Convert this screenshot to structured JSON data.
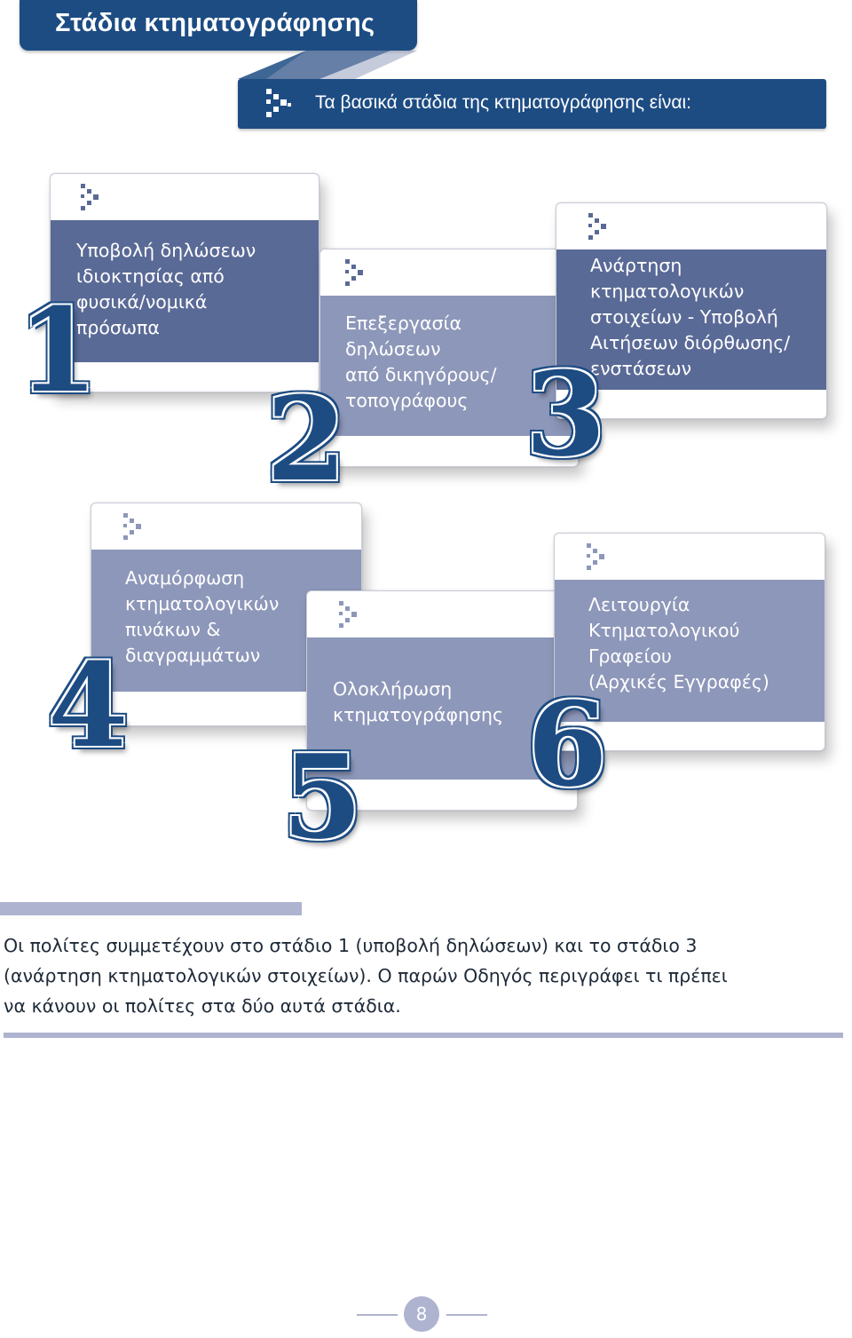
{
  "header": {
    "title": "Στάδια κτηματογράφησης",
    "subtitle": "Τα βασικά στάδια της κτηματογράφησης είναι:"
  },
  "stages": [
    {
      "number": "1",
      "text": "Υποβολή δηλώσεων\nιδιοκτησίας από\nφυσικά/νομικά\nπρόσωπα"
    },
    {
      "number": "2",
      "text": "Επεξεργασία\nδηλώσεων\nαπό δικηγόρους/\nτοπογράφους"
    },
    {
      "number": "3",
      "text": "Ανάρτηση\nκτηματολογικών\nστοιχείων - Υποβολή\nΑιτήσεων διόρθωσης/\nενστάσεων"
    },
    {
      "number": "4",
      "text": "Αναμόρφωση\nκτηματολογικών\nπινάκων &\nδιαγραμμάτων"
    },
    {
      "number": "5",
      "text": "Ολοκλήρωση\nκτηματογράφησης"
    },
    {
      "number": "6",
      "text": "Λειτουργία\nΚτηματολογικού\nΓραφείου\n(Αρχικές Εγγραφές)"
    }
  ],
  "body_text": "Οι πολίτες συμμετέχουν στο στάδιο 1 (υποβολή δηλώσεων) και το στάδιο 3\n(ανάρτηση κτηματολογικών στοιχείων). Ο παρών Οδηγός περιγράφει τι πρέπει\nνα κάνουν οι πολίτες στα δύο αυτά στάδια.",
  "page_number": "8",
  "colors": {
    "primary_blue": "#1d4c83",
    "card_dark": "#5a6a96",
    "card_light": "#8d97b9",
    "separator": "#aeb3d0"
  }
}
